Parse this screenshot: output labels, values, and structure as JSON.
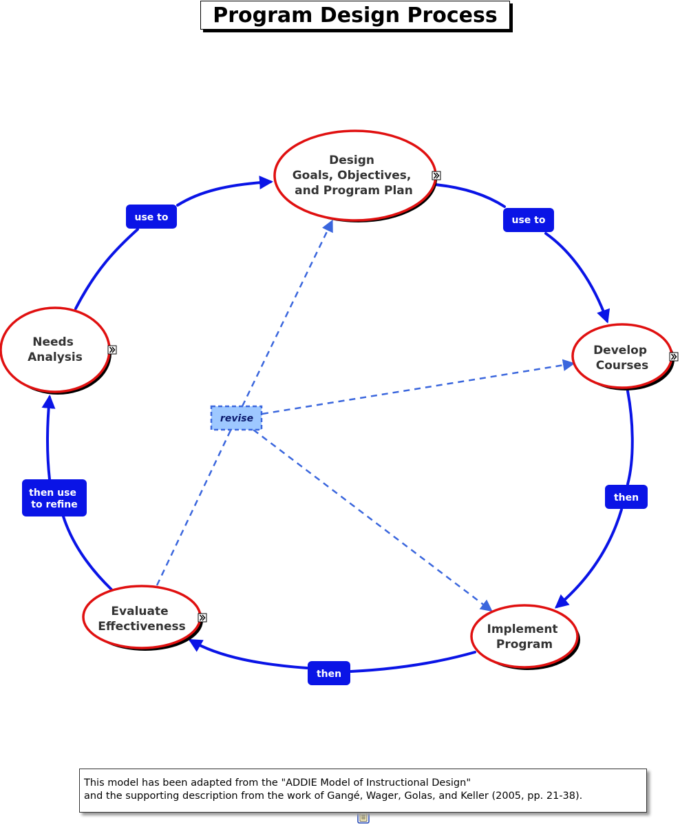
{
  "title": "Program Design Process",
  "colors": {
    "arrow": "#0a14e6",
    "link_box": "#0a14e6",
    "node_border": "#e01010",
    "dashed": "#3a66dd",
    "revise_fill": "#9ec8ff"
  },
  "nodes": {
    "design": {
      "lines": [
        "Design",
        "Goals, Objectives,",
        "and Program Plan"
      ],
      "icon": "expand-icon"
    },
    "needs": {
      "lines": [
        "Needs",
        "Analysis"
      ],
      "icon": "expand-icon"
    },
    "develop": {
      "lines": [
        "Develop",
        "Courses"
      ],
      "icon": "expand-icon"
    },
    "implement": {
      "lines": [
        "Implement",
        "Program"
      ]
    },
    "evaluate": {
      "lines": [
        "Evaluate",
        "Effectiveness"
      ],
      "icon": "expand-icon"
    }
  },
  "links": {
    "needs_to_design": {
      "lines": [
        "use to"
      ]
    },
    "design_to_develop": {
      "lines": [
        "use to"
      ]
    },
    "develop_to_implement": {
      "lines": [
        "then"
      ]
    },
    "implement_to_evaluate": {
      "lines": [
        "then"
      ]
    },
    "evaluate_to_needs": {
      "lines": [
        "then use",
        "to refine"
      ]
    },
    "revise": {
      "lines": [
        "revise"
      ]
    }
  },
  "note": {
    "line1": "This model has been adapted from the \"ADDIE Model of Instructional Design\"",
    "line2": "and the supporting description from the work of Gangé, Wager, Golas, and Keller (2005, pp. 21-38).",
    "icon": "document-icon"
  }
}
